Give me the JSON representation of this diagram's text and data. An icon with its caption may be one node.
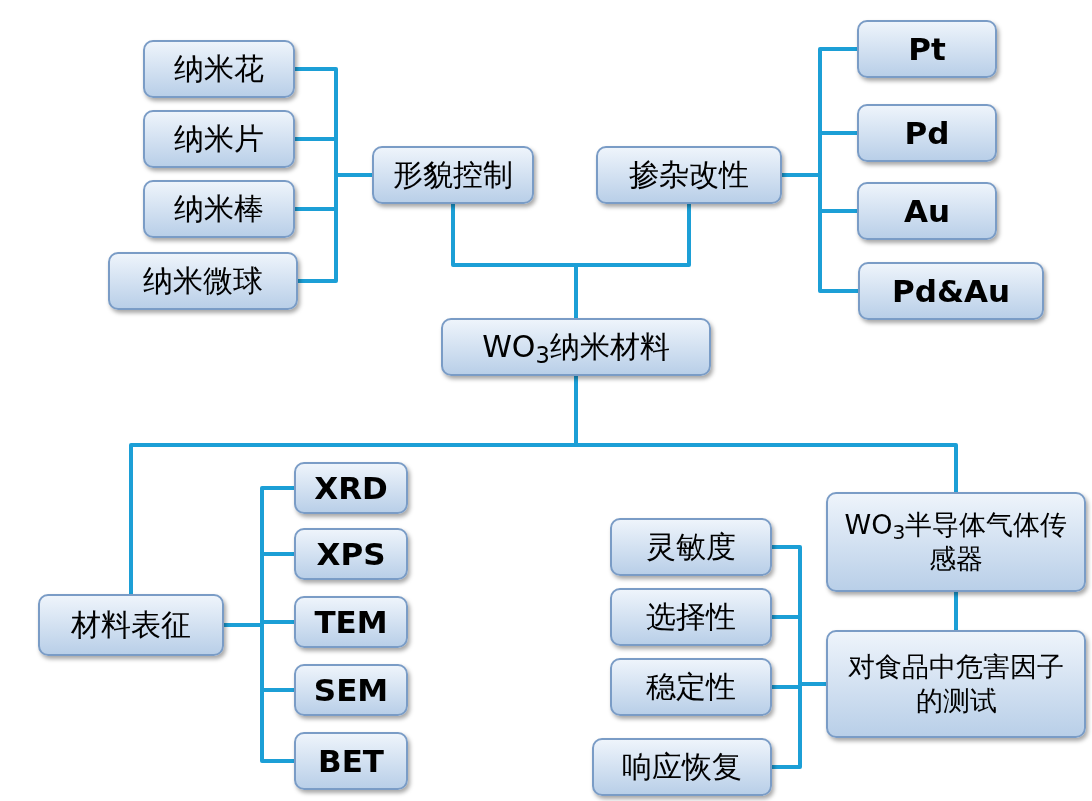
{
  "diagram": {
    "nodes": [
      {
        "text": [
          "纳米花"
        ]
      },
      {
        "text": [
          "纳米片"
        ]
      },
      {
        "text": [
          "纳米棒"
        ]
      },
      {
        "text": [
          "纳米微球"
        ]
      },
      {
        "text": [
          "形貌控制"
        ]
      },
      {
        "text": [
          "掺杂改性"
        ]
      },
      {
        "text": [
          "Pt"
        ]
      },
      {
        "text": [
          "Pd"
        ]
      },
      {
        "text": [
          "Au"
        ]
      },
      {
        "text": [
          "Pd&Au"
        ]
      },
      {
        "text": [
          "WO$_{3}$纳米材料"
        ]
      },
      {
        "text": [
          "XRD"
        ]
      },
      {
        "text": [
          "XPS"
        ]
      },
      {
        "text": [
          "TEM"
        ]
      },
      {
        "text": [
          "SEM"
        ]
      },
      {
        "text": [
          "BET"
        ]
      },
      {
        "text": [
          "材料表征"
        ]
      },
      {
        "text": [
          "灵敏度"
        ]
      },
      {
        "text": [
          "选择性"
        ]
      },
      {
        "text": [
          "稳定性"
        ]
      },
      {
        "text": [
          "响应恢复"
        ]
      },
      {
        "text": [
          "WO$_{3}$半导体气体传感器"
        ]
      },
      {
        "text": [
          "对食品中危害因子的测试"
        ]
      }
    ],
    "edges": [
      {
        "from": 4,
        "to": 0,
        "arrow": "none"
      },
      {
        "from": 4,
        "to": 1,
        "arrow": "none"
      },
      {
        "from": 4,
        "to": 2,
        "arrow": "none"
      },
      {
        "from": 4,
        "to": 3,
        "arrow": "none"
      },
      {
        "from": 5,
        "to": 6,
        "arrow": "none"
      },
      {
        "from": 5,
        "to": 7,
        "arrow": "none"
      },
      {
        "from": 5,
        "to": 8,
        "arrow": "none"
      },
      {
        "from": 5,
        "to": 9,
        "arrow": "none"
      },
      {
        "from": 10,
        "to": 4,
        "arrow": "none"
      },
      {
        "from": 10,
        "to": 5,
        "arrow": "none"
      },
      {
        "from": 10,
        "to": 16,
        "arrow": "none"
      },
      {
        "from": 10,
        "to": 21,
        "arrow": "none"
      },
      {
        "from": 16,
        "to": 11,
        "arrow": "none"
      },
      {
        "from": 16,
        "to": 12,
        "arrow": "none"
      },
      {
        "from": 16,
        "to": 13,
        "arrow": "none"
      },
      {
        "from": 16,
        "to": 14,
        "arrow": "none"
      },
      {
        "from": 16,
        "to": 15,
        "arrow": "none"
      },
      {
        "from": 22,
        "to": 17,
        "arrow": "none"
      },
      {
        "from": 22,
        "to": 18,
        "arrow": "none"
      },
      {
        "from": 22,
        "to": 19,
        "arrow": "none"
      },
      {
        "from": 22,
        "to": 20,
        "arrow": "none"
      },
      {
        "from": 21,
        "to": 22,
        "arrow": "none"
      }
    ]
  }
}
